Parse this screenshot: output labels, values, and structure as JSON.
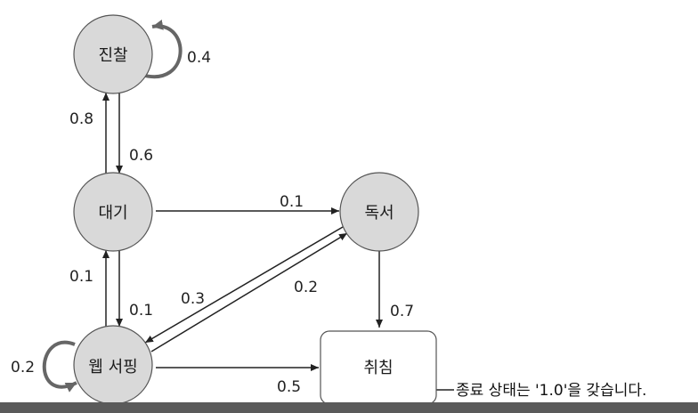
{
  "states": {
    "exam": "진찰",
    "wait": "대기",
    "read": "독서",
    "web": "웹 서핑",
    "sleep": "취침"
  },
  "transitions": [
    {
      "from": "exam",
      "to": "exam",
      "label": "0.4"
    },
    {
      "from": "wait",
      "to": "exam",
      "label": "0.8"
    },
    {
      "from": "exam",
      "to": "wait",
      "label": "0.6"
    },
    {
      "from": "wait",
      "to": "read",
      "label": "0.1"
    },
    {
      "from": "web",
      "to": "wait",
      "label": "0.1"
    },
    {
      "from": "wait",
      "to": "web",
      "label": "0.1"
    },
    {
      "from": "read",
      "to": "web",
      "label": "0.3"
    },
    {
      "from": "web",
      "to": "read",
      "label": "0.2"
    },
    {
      "from": "read",
      "to": "sleep",
      "label": "0.7"
    },
    {
      "from": "web",
      "to": "web",
      "label": "0.2"
    },
    {
      "from": "web",
      "to": "sleep",
      "label": "0.5"
    }
  ],
  "note": "종료 상태는 '1.0'을 갖습니다.",
  "colors": {
    "node_fill": "#d9d9d9",
    "node_stroke": "#555555",
    "edge": "#222222",
    "loop_edge": "#666666",
    "footer_bar": "#5a5a5a"
  }
}
